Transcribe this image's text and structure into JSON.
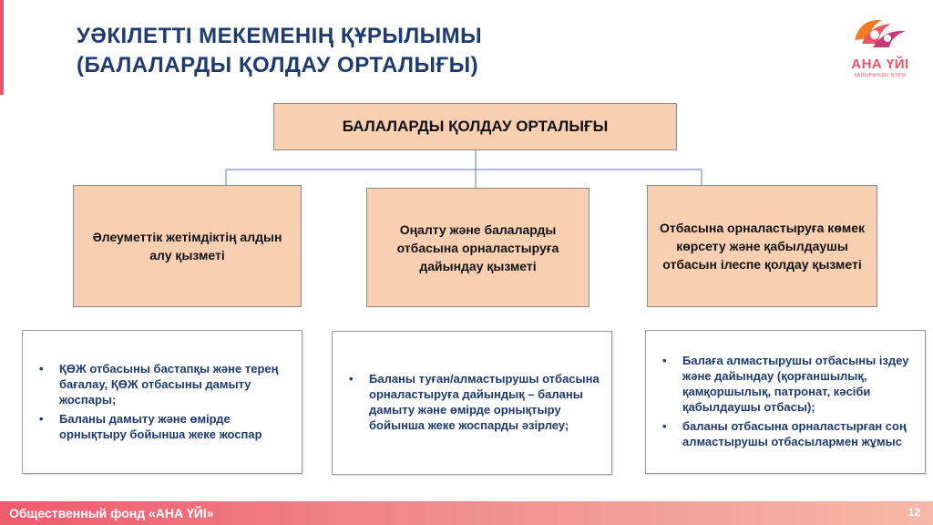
{
  "header": {
    "title_line1": "УӘКІЛЕТТІ МЕКЕМЕНІҢ ҚҰРЫЛЫМЫ",
    "title_line2": "(БАЛАЛАРДЫ ҚОЛДАУ ОРТАЛЫҒЫ)"
  },
  "logo": {
    "name": "АНА ҮЙІ",
    "subtitle": "ҚАЙЫРЫМДЫ ҚОРЫ",
    "colors": [
      "#f47b20",
      "#e8556a",
      "#c93a7c"
    ]
  },
  "diagram": {
    "root": "БАЛАЛАРДЫ ҚОЛДАУ ОРТАЛЫҒЫ",
    "departments": [
      {
        "title": "Әлеуметтік жетімдіктің алдын алу қызметі",
        "items": [
          "ҚӨЖ отбасыны бастапқы және терең бағалау, ҚӨЖ отбасыны дамыту жоспары;",
          "Баланы дамыту және өмірде орнықтыру бойынша жеке жоспар"
        ]
      },
      {
        "title": "Оңалту және балаларды отбасына орналастыруға дайындау қызметі",
        "items": [
          "Баланы туған/алмастырушы отбасына орналастыруға дайындық – баланы дамыту және өмірде орнықтыру бойынша жеке жоспарды әзірлеу;"
        ]
      },
      {
        "title": "Отбасына орналастыруға көмек көрсету және қабылдаушы отбасын ілеспе қолдау қызметі",
        "items": [
          "Балаға алмастырушы отбасыны іздеу және дайындау (қорғаншылық, қамқоршылық, патронат, кәсіби қабылдаушы отбасы);",
          "баланы отбасына орналастырған соң алмастырушы отбасылармен жұмыс"
        ]
      }
    ]
  },
  "footer": {
    "text": "Общественный фонд «АНА ҮЙІ»",
    "page_number": "12"
  },
  "colors": {
    "title": "#1f3a6e",
    "box_fill": "#f9cfb2",
    "accent": "#e8556a",
    "connector": "#5b7fa8"
  }
}
